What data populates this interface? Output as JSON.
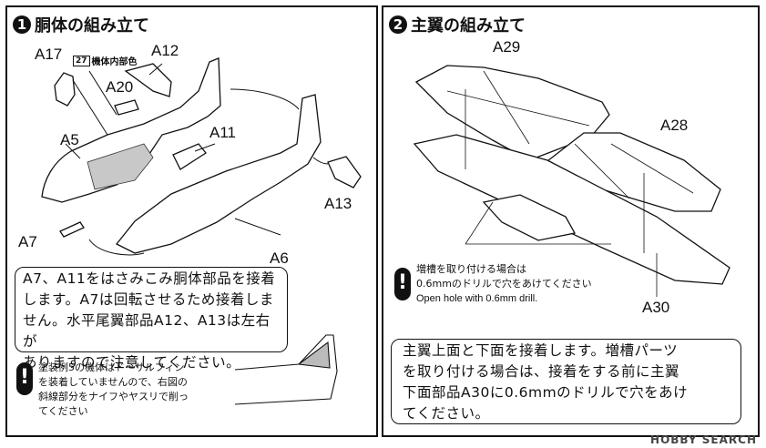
{
  "panel1": {
    "step_number": "1",
    "title": "胴体の組み立て",
    "paint_tag": {
      "number": "27",
      "label": "機体内部色"
    },
    "labels": {
      "a17": "A17",
      "a12": "A12",
      "a20": "A20",
      "a11": "A11",
      "a5": "A5",
      "a13": "A13",
      "a7": "A7",
      "a6": "A6"
    },
    "note_lines": [
      "A7、A11をはさみこみ胴体部品を接着",
      "します。A7は回転させるため接着しま",
      "せん。水平尾翼部品A12、A13は左右が",
      "ありますので注意してください。"
    ],
    "warning_lines": [
      "塗装例5の機体はドーサルフィン",
      "を装着していませんので、右図の",
      "斜線部分をナイフやヤスリで削っ",
      "てください"
    ],
    "warning_glyph": "!"
  },
  "panel2": {
    "step_number": "2",
    "title": "主翼の組み立て",
    "labels": {
      "a29": "A29",
      "a28": "A28",
      "a30": "A30"
    },
    "drill_note_lines": [
      "増槽を取り付ける場合は",
      "0.6mmのドリルで穴をあけてください",
      "Open hole with 0.6mm drill."
    ],
    "warning_glyph": "!",
    "note_lines": [
      "主翼上面と下面を接着します。増槽パーツ",
      "を取り付ける場合は、接着をする前に主翼",
      "下面部品A30に0.6mmのドリルで穴をあけ",
      "てください。"
    ]
  },
  "watermark": "HOBBY SEARCH"
}
